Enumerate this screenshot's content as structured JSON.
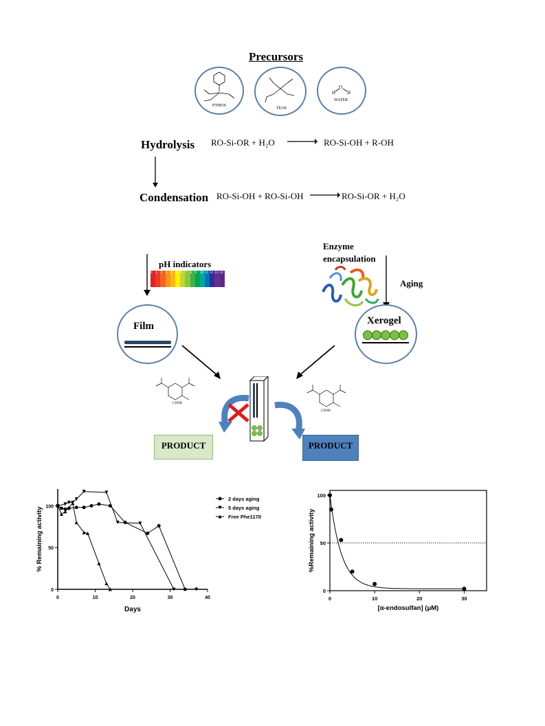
{
  "precursors": {
    "title": "Precursors",
    "items": [
      {
        "name": "PTMOS"
      },
      {
        "name": "TEOS"
      },
      {
        "name": "WATER"
      }
    ]
  },
  "reactions": {
    "hydrolysis": {
      "label": "Hydrolysis",
      "reactants": "RO-Si-OR + H₂O",
      "products": "RO-Si-OH + R-OH"
    },
    "condensation": {
      "label": "Condensation",
      "reactants": "RO-Si-OH + RO-Si-OH",
      "products": "RO-Si-OR + H₂O"
    }
  },
  "scheme": {
    "ph_indicators": "pH indicators",
    "ph_scale": [
      "0",
      "1",
      "2",
      "3",
      "4",
      "5",
      "6",
      "7",
      "8",
      "9",
      "10",
      "11",
      "12",
      "13",
      "14"
    ],
    "ph_colors": [
      "#e0202a",
      "#ee3a22",
      "#f26522",
      "#f7941d",
      "#fdb813",
      "#fff200",
      "#c4d82e",
      "#8dc63f",
      "#39b54a",
      "#00a651",
      "#00a99d",
      "#0072bc",
      "#2e3192",
      "#662d91",
      "#5b2a86"
    ],
    "enzyme_encapsulation": "Enzyme encapsulation",
    "aging": "Aging",
    "film": "Film",
    "xerogel": "Xerogel",
    "cdnb_left": "CDNB",
    "cdnb_right": "CDNB",
    "product_left": "PRODUCT",
    "product_right": "PRODUCT",
    "colors": {
      "circle_border": "#5b7fa6",
      "film_bar": "#2b4766",
      "green_bead": "#7ac143",
      "product_left_bg": "#d8e8c8",
      "product_right_bg": "#4f81bd",
      "curved_arrow": "#4f81bd",
      "cross": "#d62020"
    }
  },
  "chart_data": [
    {
      "type": "line",
      "xlabel": "Days",
      "ylabel": "% Remaining activity",
      "xlim": [
        0,
        40
      ],
      "ylim": [
        0,
        120
      ],
      "xticks": [
        "0",
        "10",
        "20",
        "30",
        "40"
      ],
      "yticks": [
        "0",
        "50",
        "100"
      ],
      "legend_position": "right",
      "series": [
        {
          "name": "2 days aging",
          "marker": "circle",
          "x": [
            0,
            1,
            2,
            3,
            5,
            7,
            9,
            11,
            14,
            18,
            24,
            27,
            34
          ],
          "y": [
            100,
            97,
            96,
            97,
            98,
            98,
            100,
            102,
            100,
            80,
            67,
            76,
            0
          ]
        },
        {
          "name": "5 days aging",
          "marker": "triangle-down",
          "x": [
            0,
            2,
            3,
            4,
            5,
            7,
            13,
            16,
            22,
            31,
            37
          ],
          "y": [
            100,
            102,
            104,
            104,
            108,
            117,
            116,
            80,
            79,
            0,
            0
          ]
        },
        {
          "name": "Free Phe117Ile",
          "marker": "triangle-up",
          "x": [
            0,
            1,
            2,
            4,
            5,
            7,
            8,
            11,
            13,
            14
          ],
          "y": [
            100,
            90,
            93,
            103,
            80,
            68,
            67,
            31,
            7,
            0
          ]
        }
      ]
    },
    {
      "type": "scatter",
      "xlabel": "[α-endosulfan] (μM)",
      "ylabel": "%Remaining activity",
      "xlim": [
        0,
        35
      ],
      "ylim": [
        0,
        105
      ],
      "xticks": [
        "0",
        "10",
        "20",
        "30"
      ],
      "yticks": [
        "0",
        "50",
        "100"
      ],
      "reference_lines": [
        50,
        0
      ],
      "series": [
        {
          "name": "",
          "x": [
            0,
            0.3,
            2.5,
            5,
            10,
            30
          ],
          "y": [
            100,
            85,
            53,
            20,
            7,
            2
          ]
        }
      ],
      "fit_curve": true
    }
  ]
}
